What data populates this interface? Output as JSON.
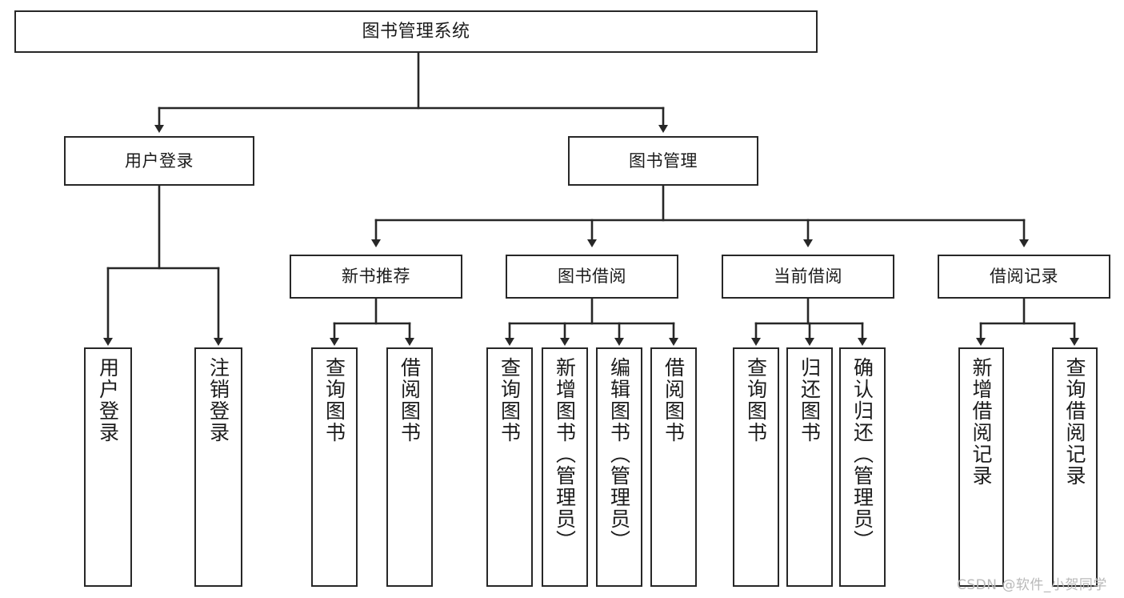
{
  "diagram": {
    "title": "图书管理系统",
    "type": "functional-structure-tree",
    "watermark": "CSDN @软件_小贺同学",
    "colors": {
      "box_border": "#272727",
      "connector": "#272727",
      "background": "#ffffff",
      "text": "#1b1b1b",
      "watermark": "#b9b9b9"
    },
    "levels": {
      "root": {
        "label": "图书管理系统"
      },
      "level1": [
        {
          "label": "用户登录"
        },
        {
          "label": "图书管理"
        }
      ],
      "level2": [
        {
          "label": "新书推荐"
        },
        {
          "label": "图书借阅"
        },
        {
          "label": "当前借阅"
        },
        {
          "label": "借阅记录"
        }
      ],
      "leaves": {
        "user_login": [
          {
            "label": "用户登录"
          },
          {
            "label": "注销登录"
          }
        ],
        "new_book_recommend": [
          {
            "label": "查询图书"
          },
          {
            "label": "借阅图书"
          }
        ],
        "book_borrow": [
          {
            "label": "查询图书"
          },
          {
            "label": "新增图书（管理员）"
          },
          {
            "label": "编辑图书（管理员）"
          },
          {
            "label": "借阅图书"
          }
        ],
        "current_borrow": [
          {
            "label": "查询图书"
          },
          {
            "label": "归还图书"
          },
          {
            "label": "确认归还（管理员）"
          }
        ],
        "borrow_record": [
          {
            "label": "新增借阅记录"
          },
          {
            "label": "查询借阅记录"
          }
        ]
      }
    }
  }
}
